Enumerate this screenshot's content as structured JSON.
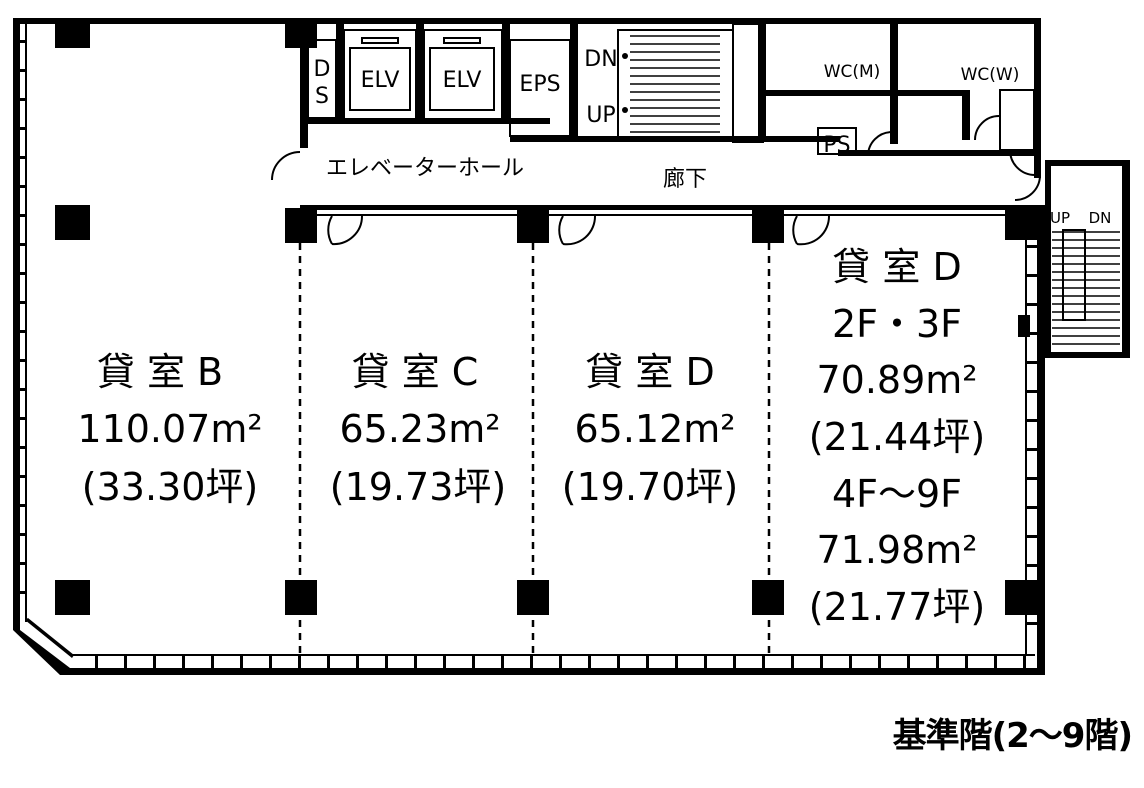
{
  "caption": "基準階(2〜9階)",
  "rooms": {
    "b": {
      "name": "貸 室 B",
      "area": "110.07m²",
      "tsubo": "(33.30坪)"
    },
    "c": {
      "name": "貸 室 C",
      "area": "65.23m²",
      "tsubo": "(19.73坪)"
    },
    "d1": {
      "name": "貸 室 D",
      "area": "65.12m²",
      "tsubo": "(19.70坪)"
    },
    "d2": {
      "name": "貸 室 D",
      "floors_a": "2F・3F",
      "area_a": "70.89m²",
      "tsubo_a": "(21.44坪)",
      "floors_b": "4F〜9F",
      "area_b": "71.98m²",
      "tsubo_b": "(21.77坪)"
    }
  },
  "core": {
    "ds_1": "D",
    "ds_2": "S",
    "elv_1": "ELV",
    "elv_2": "ELV",
    "eps": "EPS",
    "dn": "DN",
    "up": "UP",
    "wc_m": "WC(M)",
    "wc_w": "WC(W)",
    "ps": "PS",
    "hall": "エレベーターホール",
    "corridor": "廊下",
    "ext_up": "UP",
    "ext_dn": "DN"
  }
}
